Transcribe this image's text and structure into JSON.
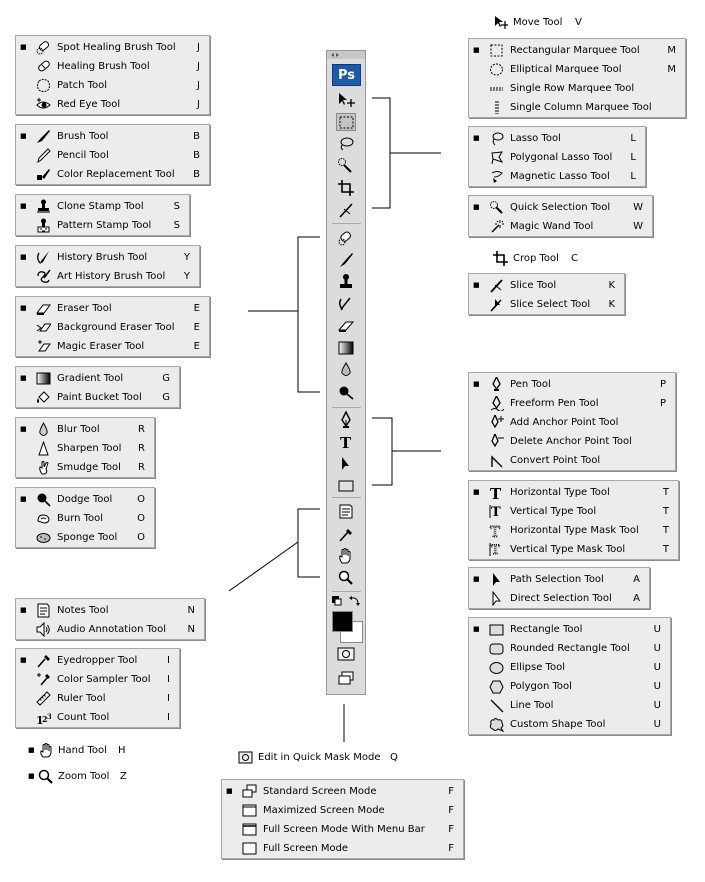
{
  "toolbar": {
    "logo": "Ps"
  },
  "groups": {
    "move": {
      "tools": [
        {
          "name": "Move Tool",
          "key": "V",
          "icon": "move-icon",
          "selected": false
        }
      ]
    },
    "marquee": {
      "tools": [
        {
          "name": "Rectangular Marquee Tool",
          "key": "M",
          "icon": "rectangular-marquee-icon",
          "selected": true
        },
        {
          "name": "Elliptical Marquee Tool",
          "key": "M",
          "icon": "elliptical-marquee-icon",
          "selected": false
        },
        {
          "name": "Single Row Marquee Tool",
          "key": "",
          "icon": "single-row-marquee-icon",
          "selected": false
        },
        {
          "name": "Single Column Marquee Tool",
          "key": "",
          "icon": "single-column-marquee-icon",
          "selected": false
        }
      ]
    },
    "lasso": {
      "tools": [
        {
          "name": "Lasso Tool",
          "key": "L",
          "icon": "lasso-icon",
          "selected": true
        },
        {
          "name": "Polygonal Lasso Tool",
          "key": "L",
          "icon": "polygonal-lasso-icon",
          "selected": false
        },
        {
          "name": "Magnetic Lasso Tool",
          "key": "L",
          "icon": "magnetic-lasso-icon",
          "selected": false
        }
      ]
    },
    "quick_selection": {
      "tools": [
        {
          "name": "Quick Selection Tool",
          "key": "W",
          "icon": "quick-selection-icon",
          "selected": true
        },
        {
          "name": "Magic Wand Tool",
          "key": "W",
          "icon": "magic-wand-icon",
          "selected": false
        }
      ]
    },
    "crop": {
      "tools": [
        {
          "name": "Crop Tool",
          "key": "C",
          "icon": "crop-icon",
          "selected": false
        }
      ]
    },
    "slice": {
      "tools": [
        {
          "name": "Slice Tool",
          "key": "K",
          "icon": "slice-icon",
          "selected": true
        },
        {
          "name": "Slice Select Tool",
          "key": "K",
          "icon": "slice-select-icon",
          "selected": false
        }
      ]
    },
    "pen": {
      "tools": [
        {
          "name": "Pen Tool",
          "key": "P",
          "icon": "pen-icon",
          "selected": true
        },
        {
          "name": "Freeform Pen Tool",
          "key": "P",
          "icon": "freeform-pen-icon",
          "selected": false
        },
        {
          "name": "Add Anchor Point Tool",
          "key": "",
          "icon": "add-anchor-point-icon",
          "selected": false
        },
        {
          "name": "Delete Anchor Point Tool",
          "key": "",
          "icon": "delete-anchor-point-icon",
          "selected": false
        },
        {
          "name": "Convert Point Tool",
          "key": "",
          "icon": "convert-point-icon",
          "selected": false
        }
      ]
    },
    "type": {
      "tools": [
        {
          "name": "Horizontal Type Tool",
          "key": "T",
          "icon": "horizontal-type-icon",
          "selected": true
        },
        {
          "name": "Vertical Type Tool",
          "key": "T",
          "icon": "vertical-type-icon",
          "selected": false
        },
        {
          "name": "Horizontal Type Mask Tool",
          "key": "T",
          "icon": "horizontal-type-mask-icon",
          "selected": false
        },
        {
          "name": "Vertical Type Mask Tool",
          "key": "T",
          "icon": "vertical-type-mask-icon",
          "selected": false
        }
      ]
    },
    "path_selection": {
      "tools": [
        {
          "name": "Path Selection Tool",
          "key": "A",
          "icon": "path-selection-icon",
          "selected": true
        },
        {
          "name": "Direct Selection Tool",
          "key": "A",
          "icon": "direct-selection-icon",
          "selected": false
        }
      ]
    },
    "shape": {
      "tools": [
        {
          "name": "Rectangle Tool",
          "key": "U",
          "icon": "rectangle-icon",
          "selected": true
        },
        {
          "name": "Rounded Rectangle Tool",
          "key": "U",
          "icon": "rounded-rectangle-icon",
          "selected": false
        },
        {
          "name": "Ellipse Tool",
          "key": "U",
          "icon": "ellipse-icon",
          "selected": false
        },
        {
          "name": "Polygon Tool",
          "key": "U",
          "icon": "polygon-icon",
          "selected": false
        },
        {
          "name": "Line Tool",
          "key": "U",
          "icon": "line-icon",
          "selected": false
        },
        {
          "name": "Custom Shape Tool",
          "key": "U",
          "icon": "custom-shape-icon",
          "selected": false
        }
      ]
    },
    "healing": {
      "tools": [
        {
          "name": "Spot Healing Brush Tool",
          "key": "J",
          "icon": "spot-healing-brush-icon",
          "selected": true
        },
        {
          "name": "Healing Brush Tool",
          "key": "J",
          "icon": "healing-brush-icon",
          "selected": false
        },
        {
          "name": "Patch Tool",
          "key": "J",
          "icon": "patch-icon",
          "selected": false
        },
        {
          "name": "Red Eye Tool",
          "key": "J",
          "icon": "red-eye-icon",
          "selected": false
        }
      ]
    },
    "brush": {
      "tools": [
        {
          "name": "Brush Tool",
          "key": "B",
          "icon": "brush-icon",
          "selected": true
        },
        {
          "name": "Pencil Tool",
          "key": "B",
          "icon": "pencil-icon",
          "selected": false
        },
        {
          "name": "Color Replacement Tool",
          "key": "B",
          "icon": "color-replacement-icon",
          "selected": false
        }
      ]
    },
    "stamp": {
      "tools": [
        {
          "name": "Clone Stamp Tool",
          "key": "S",
          "icon": "clone-stamp-icon",
          "selected": true
        },
        {
          "name": "Pattern Stamp Tool",
          "key": "S",
          "icon": "pattern-stamp-icon",
          "selected": false
        }
      ]
    },
    "history": {
      "tools": [
        {
          "name": "History Brush Tool",
          "key": "Y",
          "icon": "history-brush-icon",
          "selected": true
        },
        {
          "name": "Art History Brush Tool",
          "key": "Y",
          "icon": "art-history-brush-icon",
          "selected": false
        }
      ]
    },
    "eraser": {
      "tools": [
        {
          "name": "Eraser Tool",
          "key": "E",
          "icon": "eraser-icon",
          "selected": true
        },
        {
          "name": "Background Eraser Tool",
          "key": "E",
          "icon": "background-eraser-icon",
          "selected": false
        },
        {
          "name": "Magic Eraser Tool",
          "key": "E",
          "icon": "magic-eraser-icon",
          "selected": false
        }
      ]
    },
    "gradient": {
      "tools": [
        {
          "name": "Gradient Tool",
          "key": "G",
          "icon": "gradient-icon",
          "selected": true
        },
        {
          "name": "Paint Bucket Tool",
          "key": "G",
          "icon": "paint-bucket-icon",
          "selected": false
        }
      ]
    },
    "blur": {
      "tools": [
        {
          "name": "Blur Tool",
          "key": "R",
          "icon": "blur-icon",
          "selected": true
        },
        {
          "name": "Sharpen Tool",
          "key": "R",
          "icon": "sharpen-icon",
          "selected": false
        },
        {
          "name": "Smudge Tool",
          "key": "R",
          "icon": "smudge-icon",
          "selected": false
        }
      ]
    },
    "dodge": {
      "tools": [
        {
          "name": "Dodge Tool",
          "key": "O",
          "icon": "dodge-icon",
          "selected": true
        },
        {
          "name": "Burn Tool",
          "key": "O",
          "icon": "burn-icon",
          "selected": false
        },
        {
          "name": "Sponge Tool",
          "key": "O",
          "icon": "sponge-icon",
          "selected": false
        }
      ]
    },
    "notes": {
      "tools": [
        {
          "name": "Notes Tool",
          "key": "N",
          "icon": "notes-icon",
          "selected": true
        },
        {
          "name": "Audio Annotation Tool",
          "key": "N",
          "icon": "audio-annotation-icon",
          "selected": false
        }
      ]
    },
    "eyedropper": {
      "tools": [
        {
          "name": "Eyedropper Tool",
          "key": "I",
          "icon": "eyedropper-icon",
          "selected": true
        },
        {
          "name": "Color Sampler Tool",
          "key": "I",
          "icon": "color-sampler-icon",
          "selected": false
        },
        {
          "name": "Ruler Tool",
          "key": "I",
          "icon": "ruler-icon",
          "selected": false
        },
        {
          "name": "Count Tool",
          "key": "I",
          "icon": "count-icon",
          "selected": false
        }
      ]
    },
    "hand": {
      "tools": [
        {
          "name": "Hand Tool",
          "key": "H",
          "icon": "hand-icon",
          "selected": true
        }
      ]
    },
    "zoom": {
      "tools": [
        {
          "name": "Zoom Tool",
          "key": "Z",
          "icon": "zoom-icon",
          "selected": true
        }
      ]
    },
    "quick_mask": {
      "tools": [
        {
          "name": "Edit in Quick Mask Mode",
          "key": "Q",
          "icon": "quick-mask-icon",
          "selected": false
        }
      ]
    },
    "screen_mode": {
      "tools": [
        {
          "name": "Standard Screen Mode",
          "key": "F",
          "icon": "standard-screen-mode-icon",
          "selected": true
        },
        {
          "name": "Maximized Screen Mode",
          "key": "F",
          "icon": "maximized-screen-mode-icon",
          "selected": false
        },
        {
          "name": "Full Screen Mode With Menu Bar",
          "key": "F",
          "icon": "full-screen-menu-bar-icon",
          "selected": false
        },
        {
          "name": "Full Screen Mode",
          "key": "F",
          "icon": "full-screen-mode-icon",
          "selected": false
        }
      ]
    }
  }
}
